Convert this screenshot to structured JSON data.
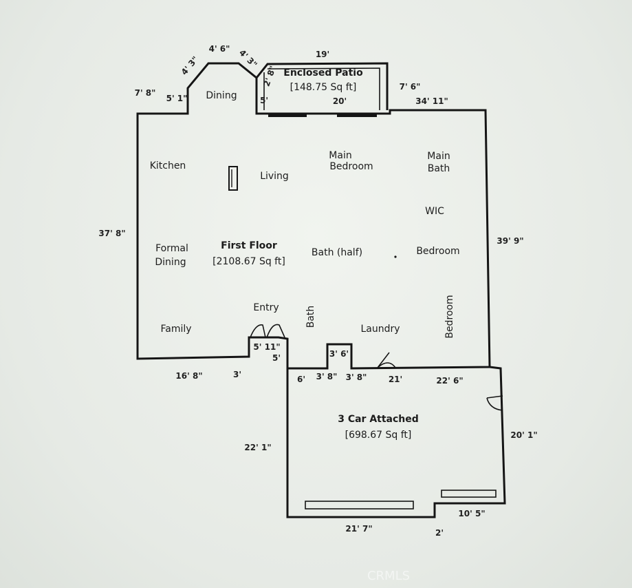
{
  "floors": {
    "first_floor": {
      "title": "First Floor",
      "area": "[2108.67 Sq ft]"
    },
    "patio": {
      "title": "Enclosed Patio",
      "area": "[148.75 Sq ft]"
    },
    "garage": {
      "title": "3 Car Attached",
      "area": "[698.67 Sq ft]"
    }
  },
  "rooms": {
    "kitchen": "Kitchen",
    "dining": "Dining",
    "living": "Living",
    "main_bedroom_1": "Main",
    "main_bedroom_2": "Bedroom",
    "main_bath_1": "Main",
    "main_bath_2": "Bath",
    "wic": "WIC",
    "formal_dining_1": "Formal",
    "formal_dining_2": "Dining",
    "bath_half": "Bath (half)",
    "bedroom": "Bedroom",
    "bedroom_vertical": "Bedroom",
    "entry": "Entry",
    "bath_vertical": "Bath",
    "family": "Family",
    "laundry": "Laundry"
  },
  "dimensions": {
    "d_4_6": "4' 6\"",
    "d_4_3_left": "4' 3\"",
    "d_4_3_right": "4' 3\"",
    "d_19": "19'",
    "d_2_8": "2' 8\"",
    "d_7_8": "7' 8\"",
    "d_5_1": "5' 1\"",
    "d_5_patio": "5'",
    "d_20": "20'",
    "d_7_6": "7' 6\"",
    "d_34_11": "34' 11\"",
    "d_37_8": "37' 8\"",
    "d_39_9": "39' 9\"",
    "d_5_11": "5' 11\"",
    "d_5_entry": "5'",
    "d_3_6": "3' 6'",
    "d_16_8": "16' 8\"",
    "d_3": "3'",
    "d_6": "6'",
    "d_3_8_a": "3' 8\"",
    "d_3_8_b": "3' 8\"",
    "d_21": "21'",
    "d_22_6": "22' 6\"",
    "d_20_1": "20' 1\"",
    "d_22_1": "22' 1\"",
    "d_10_5": "10' 5\"",
    "d_21_7": "21' 7\"",
    "d_2": "2'"
  },
  "watermark": "CRMLS",
  "colors": {
    "background": "#e9ede8",
    "line": "#151515"
  }
}
